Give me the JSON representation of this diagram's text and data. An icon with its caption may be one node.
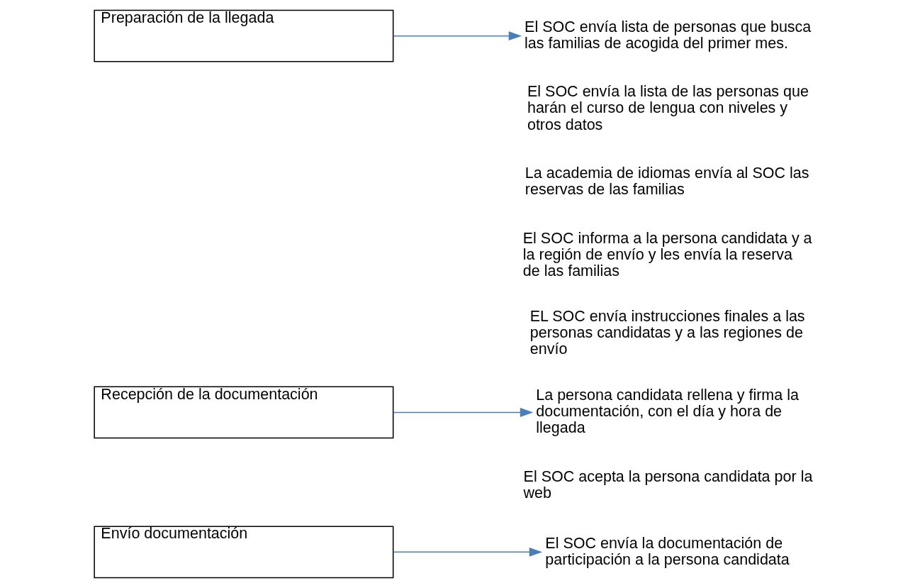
{
  "diagram": {
    "nodes": [
      {
        "text": [
          "Envío documentación"
        ]
      },
      {
        "text": [
          "El SOC envía la documentación de participación a la persona candidata"
        ]
      },
      {
        "text": [
          "Recepción de la documentación"
        ]
      },
      {
        "text": [
          "La persona candidata rellena y firma la documentación, con el día y hora de llegada"
        ]
      },
      {
        "text": [
          "Preparación de la llegada"
        ]
      },
      {
        "text": [
          "El SOC envía lista de personas que busca las familias de acogida del primer mes."
        ]
      }
    ],
    "edges": [
      {
        "from": 0,
        "to": 1,
        "arrow": "to"
      },
      {
        "from": 2,
        "to": 3,
        "arrow": "to"
      },
      {
        "from": 4,
        "to": 5,
        "arrow": "to"
      }
    ],
    "labels": [
      "El SOC acepta la persona candidata por la web",
      "El SOC envía la lista de las personas que harán el curso de lengua con niveles y otros datos",
      "La academia de idiomas envía al SOC las reservas de las familias",
      "El SOC informa a la persona candidata y a la región de envío y les envía la reserva de las familias",
      "EL SOC envía instrucciones finales a las personas candidatas y a las regiones de envío"
    ]
  }
}
